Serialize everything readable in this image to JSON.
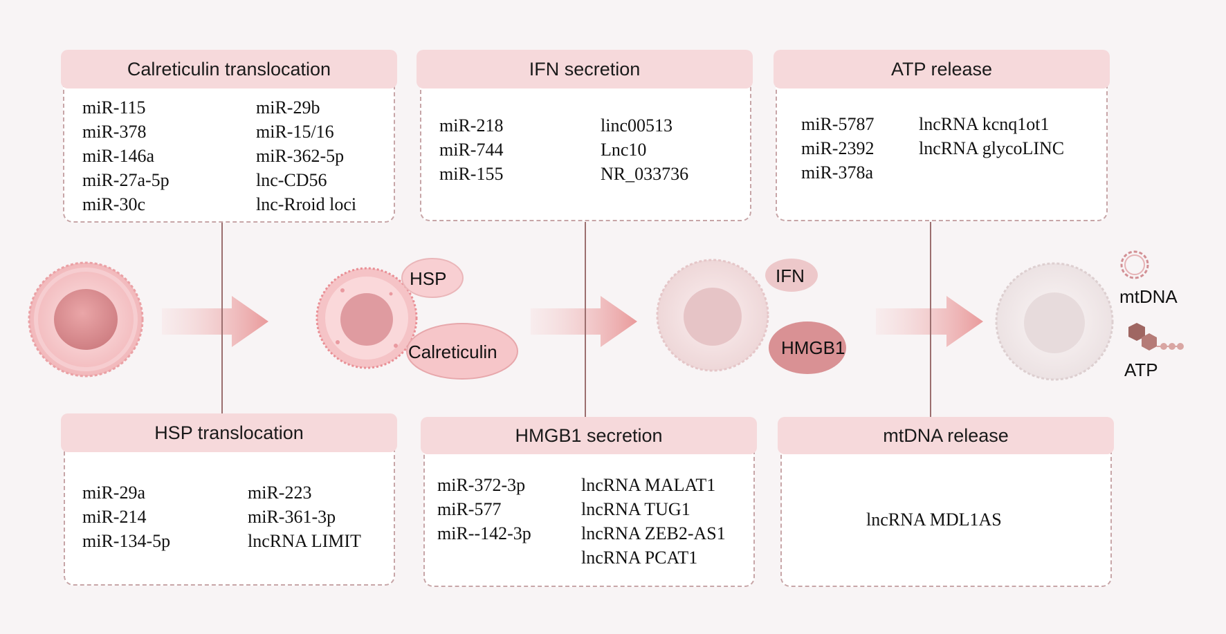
{
  "boxes": {
    "calreticulin": {
      "title": "Calreticulin translocation",
      "col1": [
        "miR-115",
        "miR-378",
        "miR-146a",
        "miR-27a-5p",
        "miR-30c"
      ],
      "col2": [
        "miR-29b",
        "miR-15/16",
        "miR-362-5p",
        "lnc-CD56",
        "lnc-Rroid loci"
      ]
    },
    "ifn": {
      "title": "IFN secretion",
      "col1": [
        "miR-218",
        "miR-744",
        "miR-155"
      ],
      "col2": [
        "linc00513",
        "Lnc10",
        "NR_033736"
      ]
    },
    "atp": {
      "title": "ATP release",
      "col1": [
        "miR-5787",
        "miR-2392",
        "miR-378a"
      ],
      "col2": [
        "lncRNA kcnq1ot1",
        "lncRNA glycoLINC"
      ]
    },
    "hsp": {
      "title": "HSP translocation",
      "col1": [
        "miR-29a",
        "miR-214",
        "miR-134-5p"
      ],
      "col2": [
        "miR-223",
        "miR-361-3p",
        "lncRNA LIMIT"
      ]
    },
    "hmgb1": {
      "title": "HMGB1 secretion",
      "col1": [
        "miR-372-3p",
        "miR-577",
        "miR--142-3p"
      ],
      "col2": [
        "lncRNA MALAT1",
        "lncRNA TUG1",
        "lncRNA ZEB2-AS1",
        "lncRNA PCAT1"
      ]
    },
    "mtdna": {
      "title": "mtDNA release",
      "col1": [
        "lncRNA MDL1AS"
      ]
    }
  },
  "cell_labels": {
    "hsp": "HSP",
    "calreticulin": "Calreticulin",
    "ifn": "IFN",
    "hmgb1": "HMGB1",
    "mtdna": "mtDNA",
    "atp": "ATP"
  },
  "colors": {
    "header_fill": "#f6d9db",
    "box_border": "#c7a5a7",
    "connector": "#9b6e6e",
    "arrow": "#eda6a6"
  }
}
